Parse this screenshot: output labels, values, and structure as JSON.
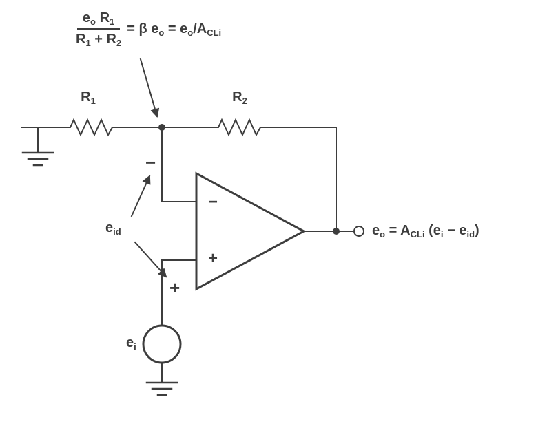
{
  "colors": {
    "ink": "#3d3d3d",
    "background": "#ffffff"
  },
  "top_formula": {
    "num": {
      "e": "e",
      "e_sub": "o",
      "r": "R",
      "r_sub": "1"
    },
    "den": {
      "r1": "R",
      "r1_sub": "1",
      "plus": "+",
      "r2": "R",
      "r2_sub": "2"
    },
    "eq1": "=",
    "beta": "β",
    "beta_e": "e",
    "beta_e_sub": "o",
    "eq2": "=",
    "e": "e",
    "e_sub": "o",
    "slash": "/",
    "gain": "A",
    "gain_sub": "CLi"
  },
  "output_formula": {
    "e": "e",
    "e_sub": "o",
    "eq": "=",
    "gain": "A",
    "gain_sub": "CLi",
    "open_paren": "(",
    "ei": "e",
    "ei_sub": "i",
    "minus": "−",
    "eid": "e",
    "eid_sub": "id",
    "close_paren": ")"
  },
  "labels": {
    "r1": {
      "base": "R",
      "sub": "1"
    },
    "r2": {
      "base": "R",
      "sub": "2"
    },
    "source": {
      "base": "e",
      "sub": "i"
    },
    "diff_voltage": {
      "base": "e",
      "sub": "id"
    },
    "opamp_minus": "−",
    "opamp_plus": "+",
    "marker_minus": "−",
    "marker_plus": "+"
  }
}
